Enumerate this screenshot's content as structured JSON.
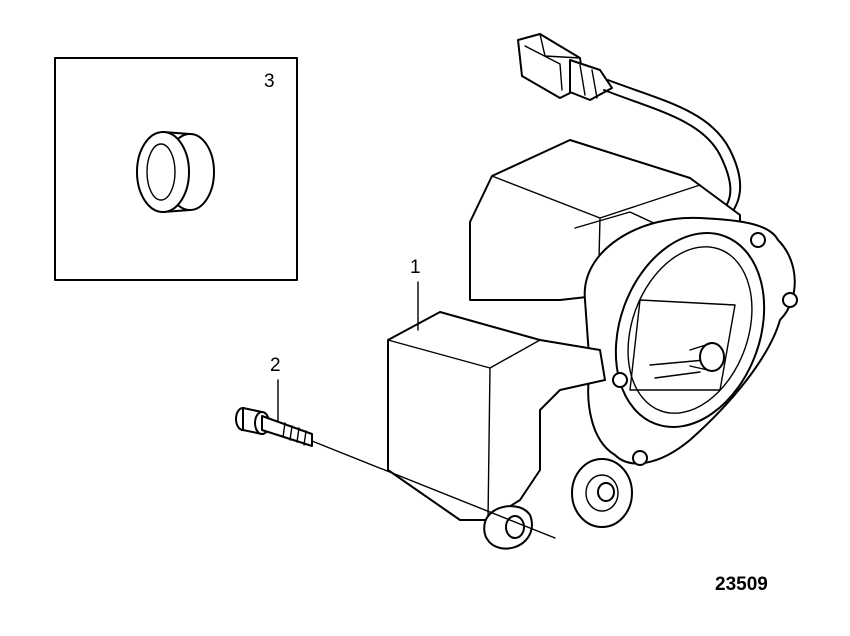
{
  "diagram": {
    "callouts": {
      "item1": "1",
      "item2": "2",
      "item3": "3"
    },
    "part_number": "23509",
    "colors": {
      "line": "#000000",
      "background": "#ffffff"
    }
  }
}
